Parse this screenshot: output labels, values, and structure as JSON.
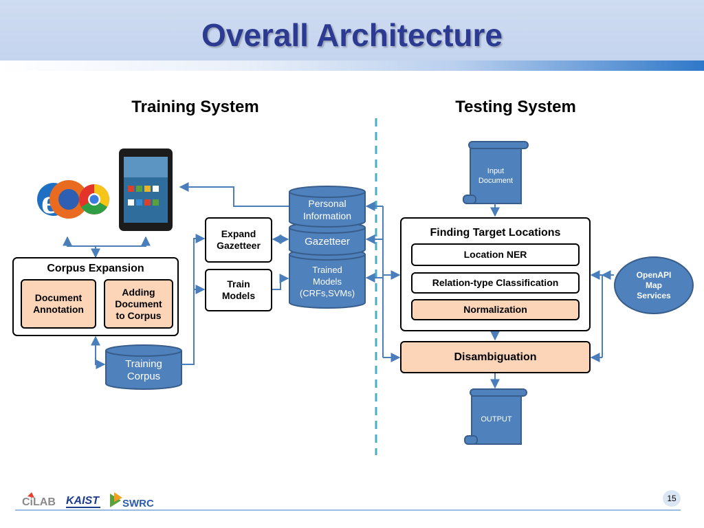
{
  "slide": {
    "title": "Overall Architecture",
    "page_number": "15"
  },
  "training": {
    "heading": "Training System",
    "corpus_expansion": {
      "title": "Corpus Expansion",
      "document_annotation": "Document\nAnnotation",
      "adding_document": "Adding\nDocument\nto Corpus"
    },
    "expand_gazetteer": "Expand\nGazetteer",
    "train_models": "Train\nModels",
    "training_corpus": "Training\nCorpus",
    "personal_information": "Personal\nInformation",
    "gazetteer": "Gazetteer",
    "trained_models": "Trained\nModels\n(CRFs,SVMs)"
  },
  "testing": {
    "heading": "Testing System",
    "input_document": "Input\nDocument",
    "finding_target": {
      "title": "Finding Target Locations",
      "location_ner": "Location NER",
      "relation_type": "Relation-type Classification",
      "normalization": "Normalization"
    },
    "disambiguation": "Disambiguation",
    "output": "OUTPUT",
    "openapi": "OpenAPI\nMap\nServices"
  },
  "footer": {
    "logos": [
      "CiLAB",
      "KAIST",
      "SWRC"
    ]
  },
  "colors": {
    "title": "#2c3a92",
    "db_fill": "#4f81bd",
    "db_stroke": "#385d8a",
    "peach": "#fcd5b8",
    "arrow": "#4a7ebb",
    "divider": "#4bacc6"
  }
}
